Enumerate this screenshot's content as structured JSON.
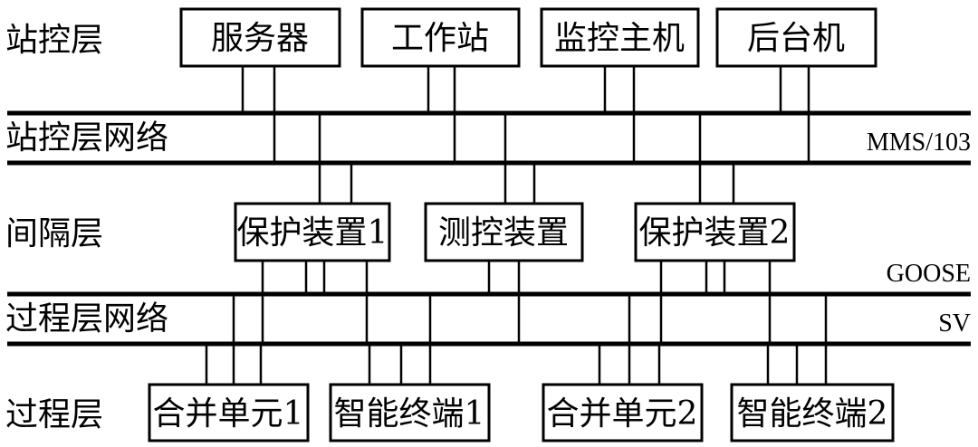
{
  "layers": {
    "station": "站控层",
    "station_network": "站控层网络",
    "bay": "间隔层",
    "process_network": "过程层网络",
    "process": "过程层"
  },
  "protocols": {
    "mms": "MMS/103",
    "goose": "GOOSE",
    "sv": "SV"
  },
  "station_devices": {
    "server": "服务器",
    "workstation": "工作站",
    "monitor_host": "监控主机",
    "backend": "后台机"
  },
  "bay_devices": {
    "protection1": "保护装置1",
    "measure_control": "测控装置",
    "protection2": "保护装置2"
  },
  "process_devices": {
    "merging_unit1": "合并单元1",
    "smart_terminal1": "智能终端1",
    "merging_unit2": "合并单元2",
    "smart_terminal2": "智能终端2"
  }
}
